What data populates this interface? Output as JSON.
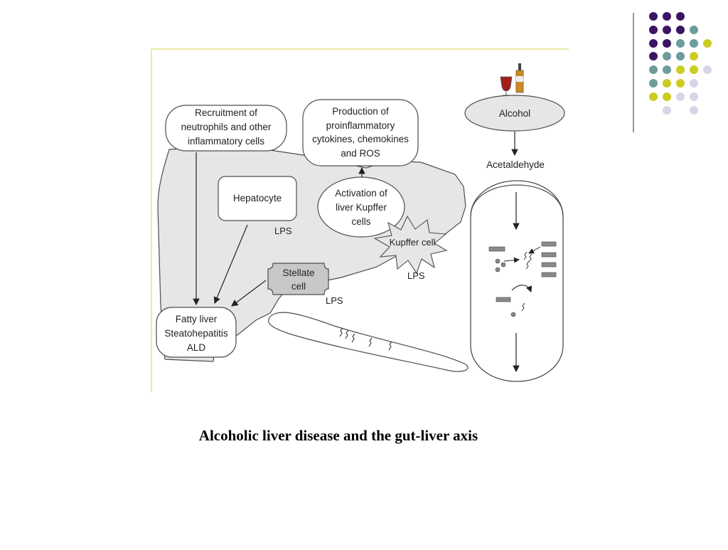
{
  "slide": {
    "caption": "Alcoholic liver disease and the gut-liver axis",
    "decoration_palette": {
      "purple": "#3b1464",
      "teal": "#6d9c9c",
      "yellow": "#cccc22",
      "lavender": "#d6d6e8"
    }
  },
  "diagram": {
    "recruitment_box": [
      "Recruitment of",
      "neutrophils and other",
      "inflammatory cells"
    ],
    "production_box": [
      "Production of",
      "proinflammatory",
      "cytokines, chemokines",
      "and ROS"
    ],
    "alcohol_label": "Alcohol",
    "acetaldehyde_label": "Acetaldehyde",
    "hepatocyte_label": "Hepatocyte",
    "activation_box": [
      "Activation of",
      "liver Kupffer",
      "cells"
    ],
    "kupffer_cell_label": "Kupffer cell",
    "stellate_box": [
      "Stellate",
      "cell"
    ],
    "fatty_liver_box": [
      "Fatty liver",
      "Steatohepatitis",
      "ALD"
    ],
    "lps_label": "LPS",
    "icons": [
      "wine-glass-icon",
      "bottle-icon",
      "bacteria-icon"
    ]
  }
}
